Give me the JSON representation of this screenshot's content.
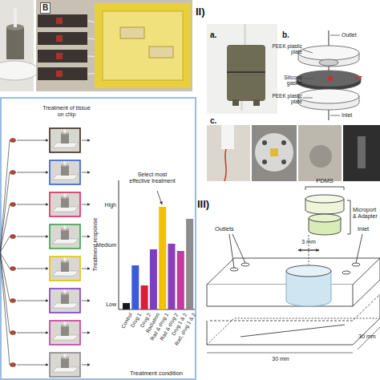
{
  "diagram": {
    "nodes": [
      {
        "text": [
          "B"
        ]
      }
    ],
    "edges": [],
    "labels": [
      "II)",
      "a.",
      "b.",
      "Outlet",
      "PEEK plastic plate",
      "Silicone gasket",
      "PEEK plastic plate",
      "Inlet",
      "c.",
      "Treatment of tissue on chip",
      "Select most effective treatment",
      "Treatment response",
      "High",
      "Medium",
      "Low",
      "Treatment condition",
      "Control",
      "Drug 1",
      "Drug 2",
      "Radiation",
      "Rad & drug 1",
      "Rad & drug 2",
      "Drug 1 & 2",
      "Rad, drug 1 & 2",
      "III)",
      "PDMS",
      "Microport & Adapter",
      "3 mm",
      "Outlets",
      "Inlet",
      "30 mm",
      "30 mm",
      "HT"
    ]
  }
}
